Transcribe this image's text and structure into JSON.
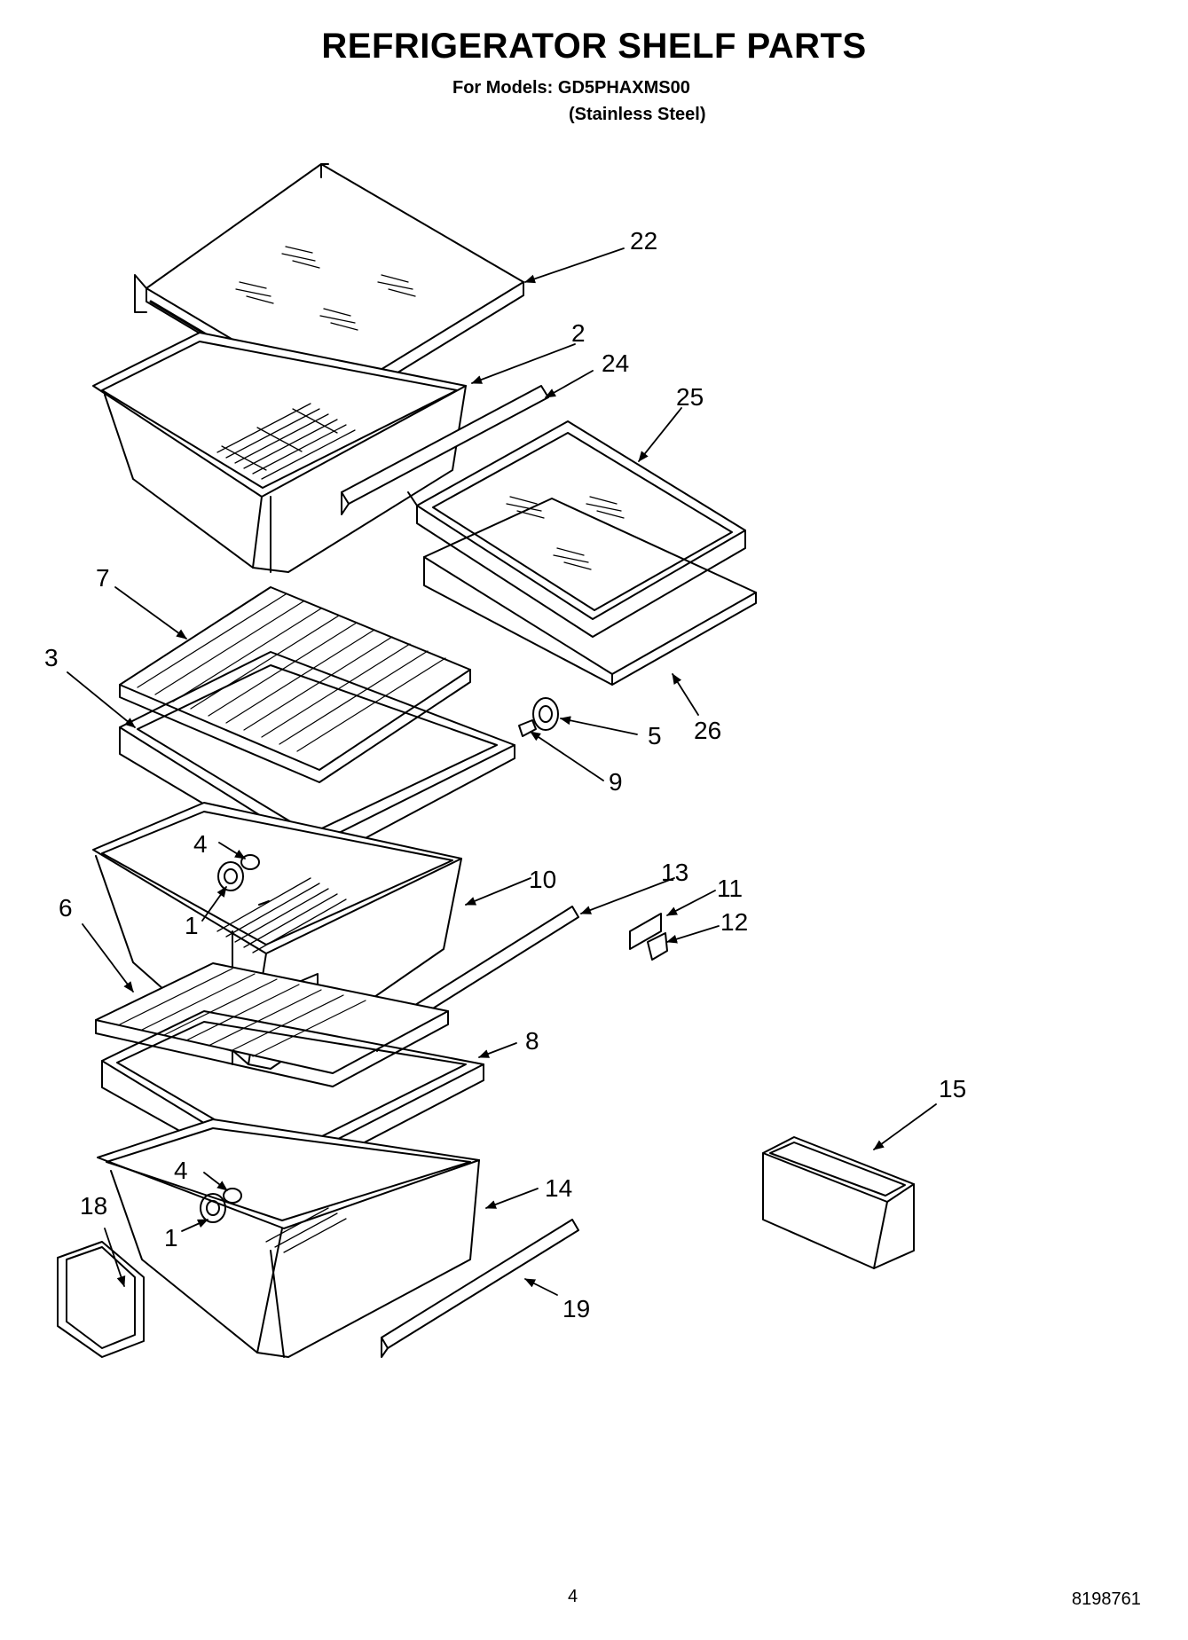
{
  "header": {
    "title": "REFRIGERATOR SHELF PARTS",
    "models_line": "For Models: GD5PHAXMS00",
    "finish_line": "(Stainless Steel)"
  },
  "callouts": {
    "p22": "22",
    "p2": "2",
    "p24": "24",
    "p25": "25",
    "p7": "7",
    "p3": "3",
    "p5": "5",
    "p26": "26",
    "p9": "9",
    "p4a": "4",
    "p10": "10",
    "p13": "13",
    "p11": "11",
    "p1a": "1",
    "p6": "6",
    "p12": "12",
    "p8": "8",
    "p15": "15",
    "p4b": "4",
    "p14": "14",
    "p18": "18",
    "p1b": "1",
    "p19": "19"
  },
  "footer": {
    "page_number": "4",
    "doc_number": "8198761"
  }
}
